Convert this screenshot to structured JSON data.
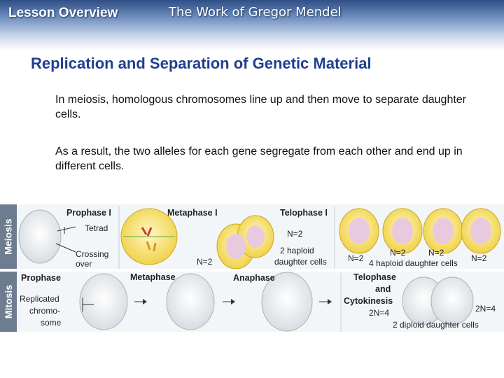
{
  "header": {
    "title": "Lesson Overview",
    "subtitle": "The Work of Gregor Mendel"
  },
  "slide": {
    "title": "Replication and Separation of Genetic Material",
    "paragraph1": "In meiosis, homologous chromosomes line up and then move to separate daughter cells.",
    "paragraph2": "As a result, the two alleles for each gene segregate from each other and end up in different cells."
  },
  "figure": {
    "meiosis": {
      "side_label": "Meiosis",
      "prophase_i": "Prophase I",
      "tetrad": "Tetrad",
      "crossing": "Crossing",
      "over": "over",
      "metaphase_i": "Metaphase I",
      "n_meta": "N=2",
      "telophase_i": "Telophase I",
      "n_telo": "N=2",
      "two_haploid": "2 haploid",
      "daughter_cells": "daughter cells",
      "n_a": "N=2",
      "n_b": "N=2",
      "n_c": "N=2",
      "n_d": "N=2",
      "four_haploid": "4 haploid daughter cells"
    },
    "mitosis": {
      "side_label": "Mitosis",
      "prophase": "Prophase",
      "replicated": "Replicated",
      "chromo": "chromo-",
      "some": "some",
      "metaphase": "Metaphase",
      "anaphase": "Anaphase",
      "telophase": "Telophase",
      "and": "and",
      "cytokinesis": "Cytokinesis",
      "two_n_left": "2N=4",
      "two_n_right": "2N=4",
      "two_diploid": "2 diploid daughter cells"
    }
  }
}
